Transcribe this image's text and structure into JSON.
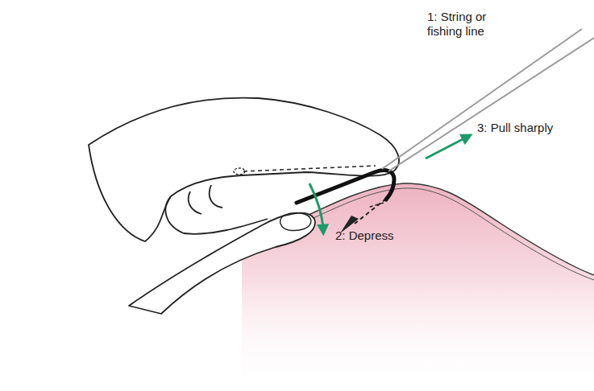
{
  "diagram": {
    "labels": [
      "1: String or fishing line",
      "2: Depress",
      "3: Pull sharply"
    ]
  }
}
